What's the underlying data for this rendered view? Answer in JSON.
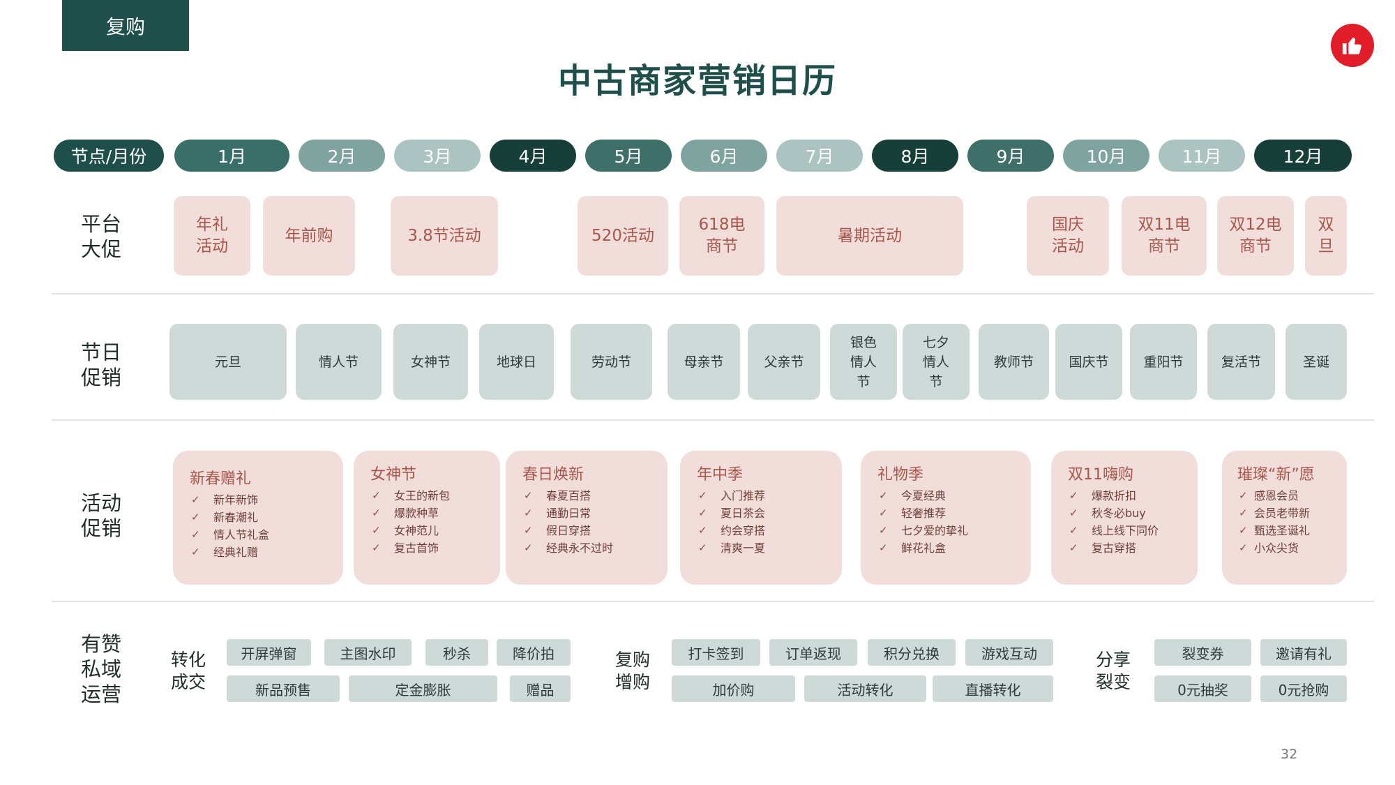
{
  "header": {
    "tag": "复购",
    "title": "中古商家营销日历",
    "page_number": "32"
  },
  "months": [
    "节点/月份",
    "1月",
    "2月",
    "3月",
    "4月",
    "5月",
    "6月",
    "7月",
    "8月",
    "9月",
    "10月",
    "11月",
    "12月"
  ],
  "rows": {
    "platform": "平台大促",
    "holiday": "节日促销",
    "activity": "活动促销",
    "private": "有赞私域运营"
  },
  "platform_promos": [
    "年礼活动",
    "年前购",
    "3.8节活动",
    "520活动",
    "618电商节",
    "暑期活动",
    "国庆活动",
    "双11电商节",
    "双12电商节",
    "双旦"
  ],
  "holidays": [
    "元旦",
    "情人节",
    "女神节",
    "地球日",
    "劳动节",
    "母亲节",
    "父亲节",
    "银色情人节",
    "七夕情人节",
    "教师节",
    "国庆节",
    "重阳节",
    "复活节",
    "圣诞"
  ],
  "activities": [
    {
      "title": "新春赠礼",
      "items": [
        "新年新饰",
        "新春潮礼",
        "情人节礼盒",
        "经典礼赠"
      ]
    },
    {
      "title": "女神节",
      "items": [
        "女王的新包",
        "爆款种草",
        "女神范儿",
        "复古首饰"
      ]
    },
    {
      "title": "春日焕新",
      "items": [
        "春夏百搭",
        "通勤日常",
        "假日穿搭",
        "经典永不过时"
      ]
    },
    {
      "title": "年中季",
      "items": [
        "入门推荐",
        "夏日茶会",
        "约会穿搭",
        "清爽一夏"
      ]
    },
    {
      "title": "礼物季",
      "items": [
        "今夏经典",
        "轻奢推荐",
        "七夕爱的挚礼",
        "鲜花礼盒"
      ]
    },
    {
      "title": "双11嗨购",
      "items": [
        "爆款折扣",
        "秋冬必buy",
        "线上线下同价",
        "复古穿搭"
      ]
    },
    {
      "title": "璀璨“新”愿",
      "items": [
        "感恩会员",
        "会员老带新",
        "甄选圣诞礼",
        "小众尖货"
      ]
    }
  ],
  "private_ops": {
    "groups": [
      "转化成交",
      "复购增购",
      "分享裂变"
    ],
    "conversion_top": [
      "开屏弹窗",
      "主图水印",
      "秒杀",
      "降价拍"
    ],
    "conversion_bottom": [
      "新品预售",
      "定金膨胀",
      "赠品"
    ],
    "repurchase_top": [
      "打卡签到",
      "订单返现",
      "积分兑换",
      "游戏互动"
    ],
    "repurchase_bottom": [
      "加价购",
      "活动转化",
      "直播转化"
    ],
    "share_top": [
      "裂变券",
      "邀请有礼"
    ],
    "share_bottom": [
      "0元抽奖",
      "0元抢购"
    ]
  },
  "colors": {
    "dark_green": "#1f4f4a",
    "promo_bg": "#f1dedb",
    "promo_text": "#a8564b",
    "holiday_bg": "#cddad8",
    "like_red": "#e11d2a"
  },
  "icons": {
    "like": "thumbs-up-icon",
    "check": "check-icon"
  }
}
